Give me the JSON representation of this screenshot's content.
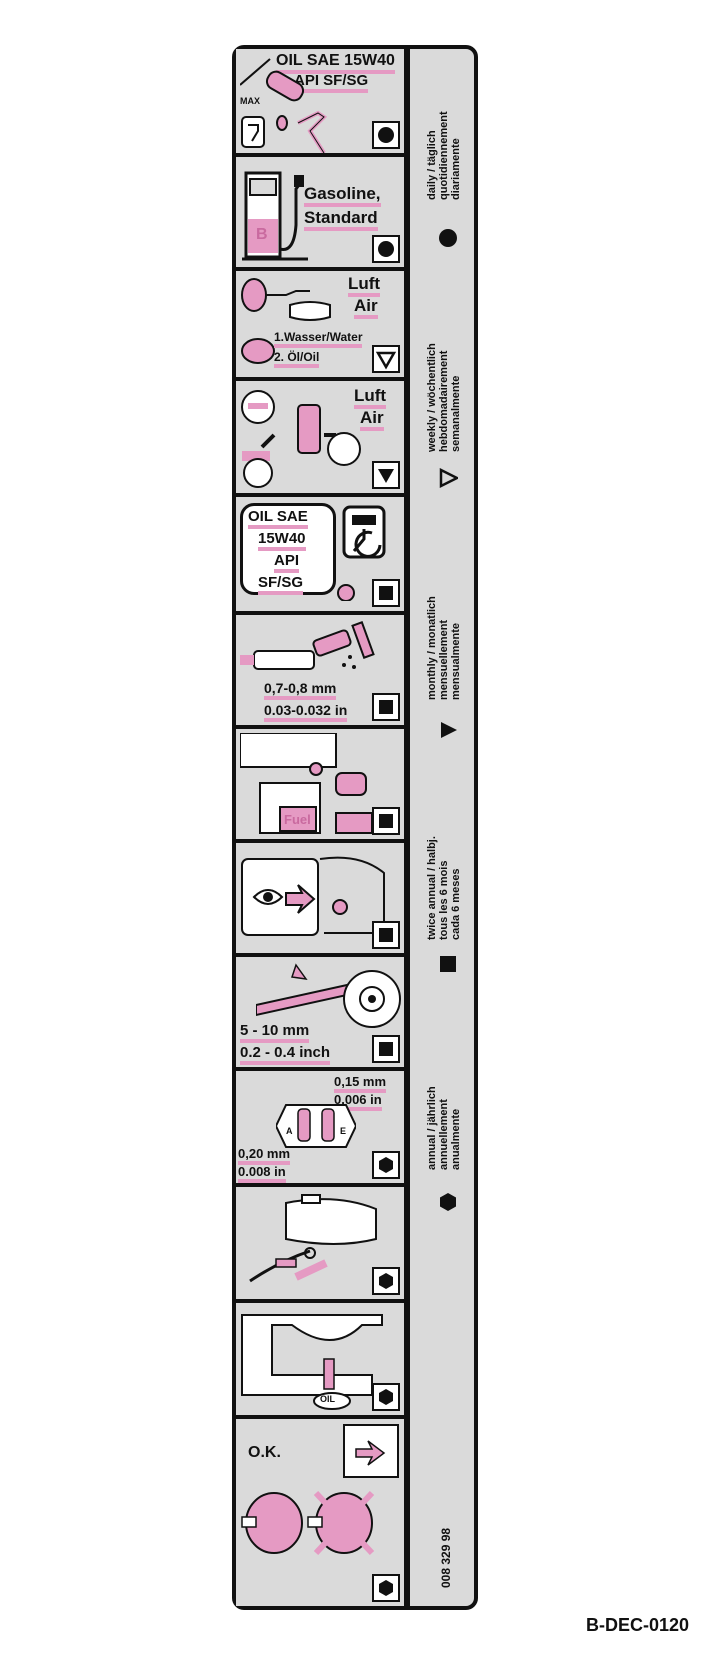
{
  "colors": {
    "accent": "#e59ac3",
    "panel": "#dadada",
    "frame": "#111111"
  },
  "panels": [
    {
      "lines": [
        "OIL SAE 15W40",
        "API SF/SG"
      ],
      "extra": "MAX",
      "symbol": "circle",
      "icon": "dipstick-icon"
    },
    {
      "lines": [
        "Gasoline,",
        "Standard"
      ],
      "extra": "B",
      "symbol": "circle",
      "icon": "fuel-pump-icon"
    },
    {
      "lines": [
        "Luft",
        "Air",
        "1.Wasser/Water",
        "2. Öl/Oil"
      ],
      "symbol": "triangle-down-outline",
      "icon": "air-filter-blow-icon"
    },
    {
      "lines": [
        "Luft",
        "Air"
      ],
      "symbol": "triangle-down-filled",
      "icon": "air-filter-clean-icon"
    },
    {
      "lines": [
        "OIL SAE",
        "15W40",
        "API",
        "SF/SG"
      ],
      "symbol": "square",
      "icon": "oil-change-icon"
    },
    {
      "lines": [
        "0,7-0,8 mm",
        "0.03-0.032 in"
      ],
      "symbol": "square",
      "icon": "spark-plug-icon"
    },
    {
      "lines": [],
      "extra": "Fuel",
      "symbol": "square",
      "icon": "fuel-filter-icon"
    },
    {
      "lines": [],
      "symbol": "square",
      "icon": "inspect-eye-icon"
    },
    {
      "lines": [
        "5 - 10 mm",
        "0.2 - 0.4 inch"
      ],
      "symbol": "square",
      "icon": "belt-tension-icon"
    },
    {
      "lines": [
        "0,15 mm",
        "0.006 in",
        "0,20 mm",
        "0.008 in"
      ],
      "extra_a": "A",
      "extra_e": "E",
      "symbol": "hexagon",
      "icon": "valve-clearance-icon"
    },
    {
      "lines": [],
      "symbol": "hexagon",
      "icon": "tank-fuel-line-icon"
    },
    {
      "lines": [],
      "extra": "OIL",
      "symbol": "hexagon",
      "icon": "crankcase-drain-icon"
    },
    {
      "lines": [
        "O.K."
      ],
      "symbol": "hexagon",
      "icon": "ok-inspect-icon"
    }
  ],
  "intervals": {
    "daily": [
      "daily / täglich",
      "quotidiennement",
      "diariamente"
    ],
    "weekly": [
      "weekly / wöchentlich",
      "hebdomadairement",
      "semanalmente"
    ],
    "monthly": [
      "monthly / monatlich",
      "mensuellement",
      "mensualmente"
    ],
    "twice": [
      "twice annual / halbj.",
      "tous les 6 mois",
      "cada 6 meses"
    ],
    "annual": [
      "annual / jährlich",
      "annuellement",
      "anualmente"
    ]
  },
  "part_number": "008 329 98",
  "decal_code": "B-DEC-0120"
}
